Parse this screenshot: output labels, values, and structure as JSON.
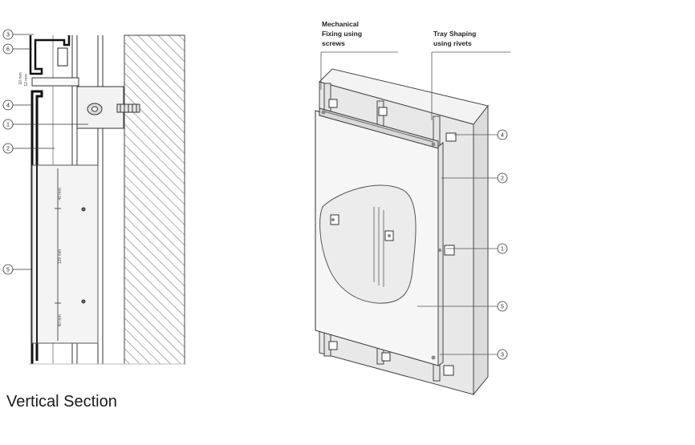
{
  "title": "Vertical Section",
  "section": {
    "callouts": [
      "3",
      "6",
      "4",
      "1",
      "2",
      "5"
    ],
    "dims": [
      "40 mm",
      "120 mm",
      "40 mm"
    ],
    "small_dims": [
      "10 mm",
      "12 mm"
    ]
  },
  "iso": {
    "labels": {
      "mech_line1": "Mechanical",
      "mech_line2": "Fixing using",
      "mech_line3": "screws",
      "tray_line1": "Tray Shaping",
      "tray_line2": "using rivets"
    },
    "callouts": [
      "4",
      "2",
      "1",
      "5",
      "3"
    ]
  }
}
